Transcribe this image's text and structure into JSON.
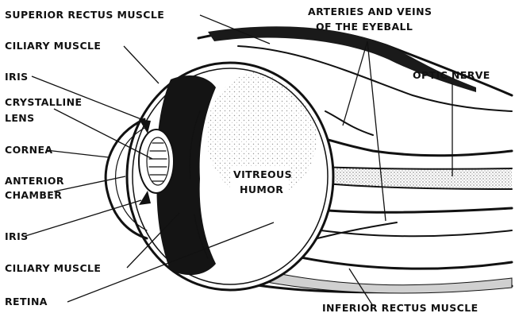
{
  "labels": {
    "superior_rectus": "SUPERIOR RECTUS MUSCLE",
    "ciliary_muscle_top": "CILIARY MUSCLE",
    "iris_top": "IRIS",
    "crystalline_lens_line1": "CRYSTALLINE",
    "crystalline_lens_line2": "LENS",
    "cornea": "CORNEA",
    "anterior_chamber_line1": "ANTERIOR",
    "anterior_chamber_line2": "CHAMBER",
    "iris_bottom": "IRIS",
    "ciliary_muscle_bottom": "CILIARY MUSCLE",
    "retina": "RETINA",
    "arteries_line1": "ARTERIES AND VEINS",
    "arteries_line2": "OF THE EYEBALL",
    "optic_nerve": "OPTIC NERVE",
    "vitreous_line1": "VITREOUS",
    "vitreous_line2": "HUMOR",
    "inferior_rectus": "INFERIOR RECTUS MUSCLE"
  }
}
